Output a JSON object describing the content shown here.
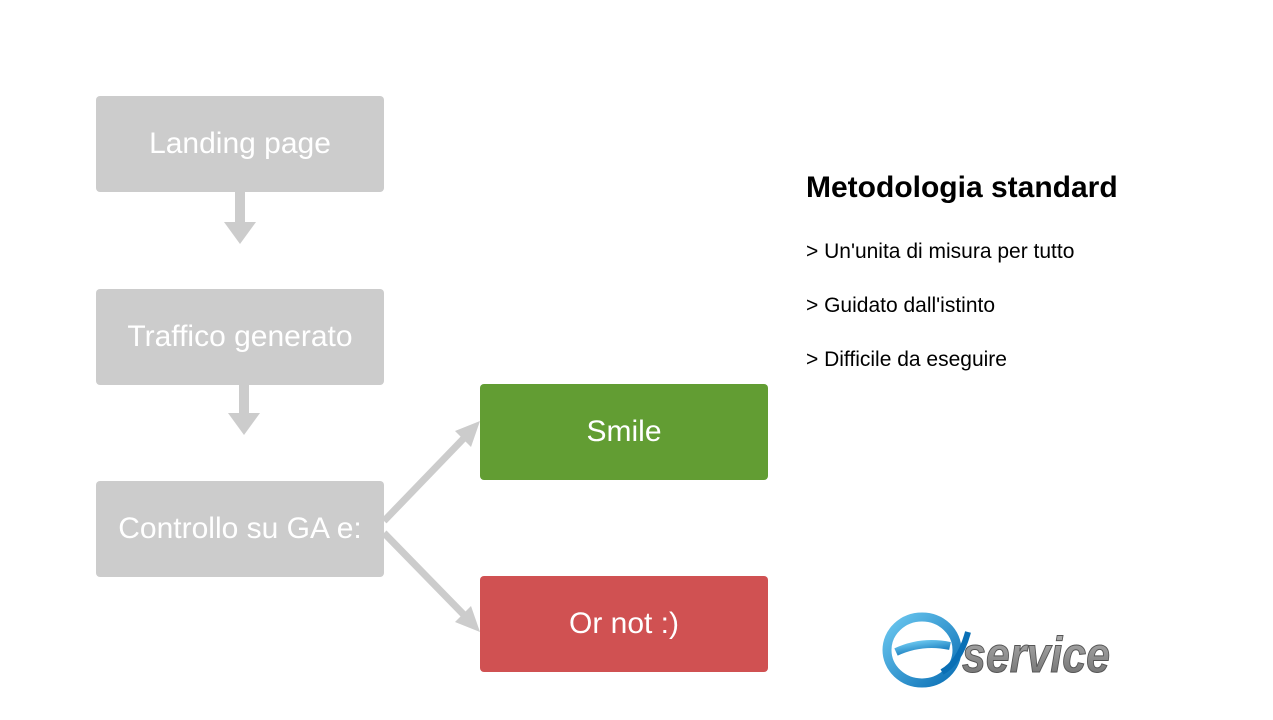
{
  "diagram": {
    "nodes": {
      "landing": "Landing page",
      "traffic": "Traffico generato",
      "controllo": "Controllo su GA e:",
      "smile": "Smile",
      "ornot": "Or not :)"
    },
    "colors": {
      "node_gray": "#cccccc",
      "node_green": "#629d33",
      "node_red": "#d05152",
      "arrow": "#cccccc"
    }
  },
  "panel": {
    "title": "Metodologia standard",
    "items": [
      "> Un'unita di misura per tutto",
      "> Guidato dall'istinto",
      "> Difficile da eseguire"
    ]
  },
  "logo": {
    "text": "service",
    "letter": "e"
  }
}
